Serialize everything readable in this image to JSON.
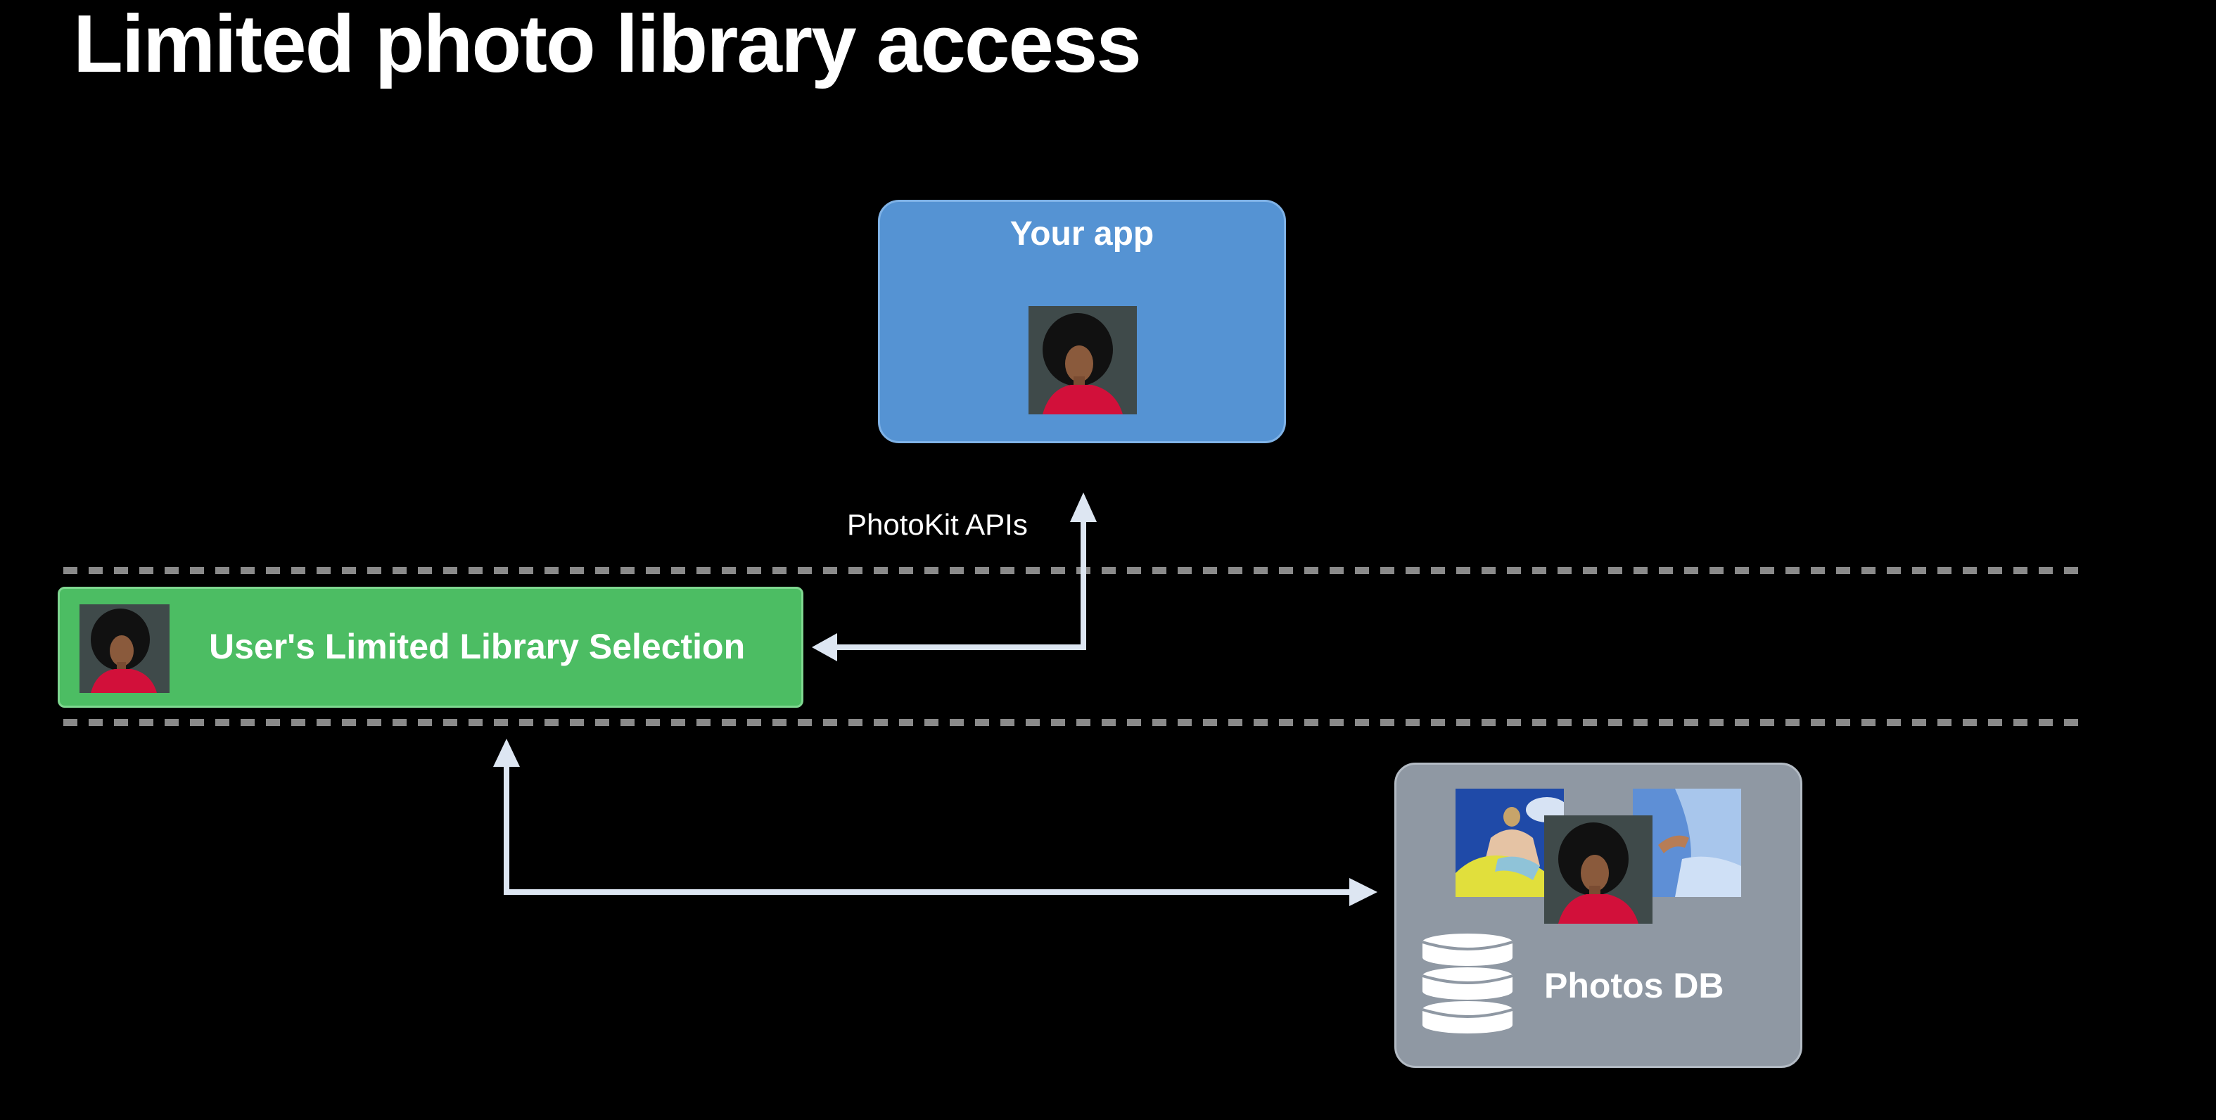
{
  "title": "Limited photo library access",
  "app_box": {
    "label": "Your app"
  },
  "api_label": "PhotoKit APIs",
  "selection_box": {
    "label": "User's Limited Library Selection"
  },
  "db_box": {
    "label": "Photos DB"
  },
  "colors": {
    "background": "#000000",
    "app_box": "#5593d3",
    "selection_box": "#4cbd63",
    "db_box": "#8f98a3",
    "connector": "#dde6f2",
    "divider": "#8a8a8a"
  }
}
